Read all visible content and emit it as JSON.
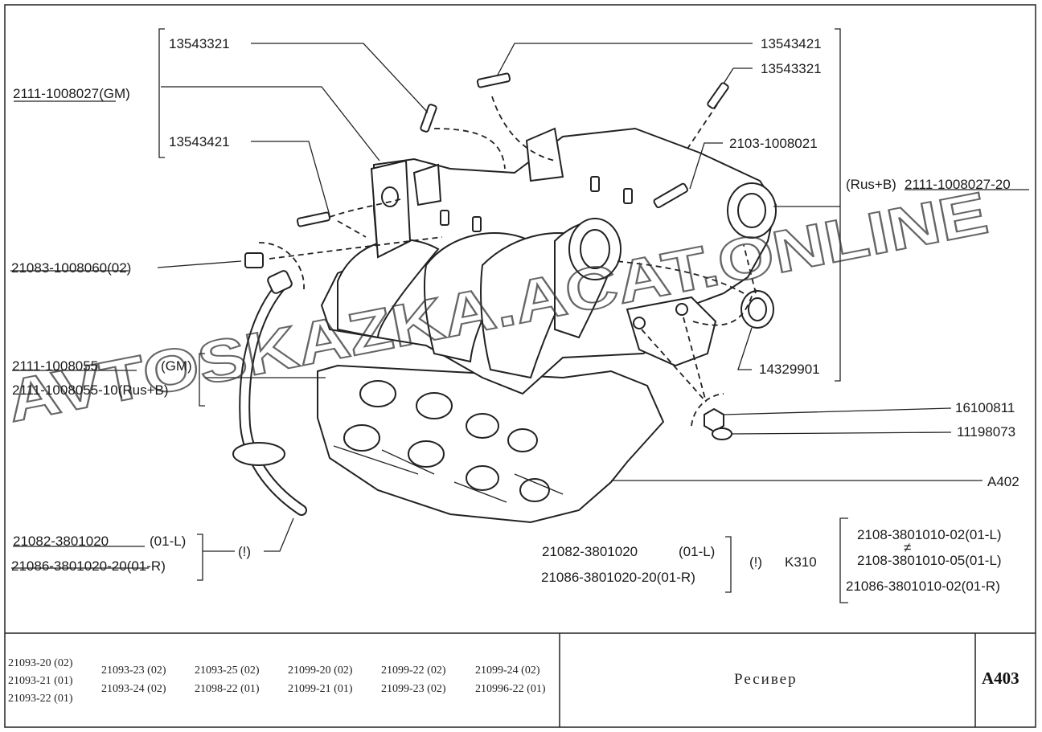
{
  "diagram": {
    "labels": {
      "stud_top_left": "13543321",
      "manifold_gm": "2111-1008027(GM)",
      "stud_left": "13543421",
      "plug": "21083-1008060(02)",
      "gasket_gm": "2111-1008055",
      "gasket_gm_variant": "(GM)",
      "gasket_rus": "2111-1008055-10(Rus+B)",
      "sensor_left_1": "21082-3801020",
      "sensor_left_1_variant": "(01-L)",
      "sensor_left_2": "21086-3801020-20(01-R)",
      "note_left": "(!)",
      "stud_top_right_1": "13543421",
      "stud_top_right_2": "13543321",
      "fitting": "2103-1008021",
      "manifold_rus_prefix": "(Rus+B)",
      "manifold_rus": "2111-1008027-20",
      "seal_ring": "14329901",
      "nut": "16100811",
      "washer": "11198073",
      "ref_a402": "A402",
      "sensor_mid_1": "21082-3801020",
      "sensor_mid_1_variant": "(01-L)",
      "sensor_mid_2": "21086-3801020-20(01-R)",
      "note_mid": "(!)",
      "ref_k310": "K310",
      "valve_1": "2108-3801010-02(01-L)",
      "valve_neq": "≠",
      "valve_2": "2108-3801010-05(01-L)",
      "valve_3": "21086-3801010-02(01-R)"
    },
    "watermark": "AVTOSKAZKA.ACAT.ONLINE"
  },
  "title_block": {
    "models_col1": [
      "21093-20 (02)",
      "21093-21 (01)",
      "21093-22 (01)"
    ],
    "models_col2": [
      "21093-23 (02)",
      "21093-24 (02)"
    ],
    "models_col3": [
      "21093-25 (02)",
      "21098-22 (01)"
    ],
    "models_col4": [
      "21099-20 (02)",
      "21099-21 (01)"
    ],
    "models_col5": [
      "21099-22 (02)",
      "21099-23 (02)"
    ],
    "models_col6": [
      "21099-24 (02)",
      "210996-22 (01)"
    ],
    "title": "Ресивер",
    "code": "A403"
  }
}
